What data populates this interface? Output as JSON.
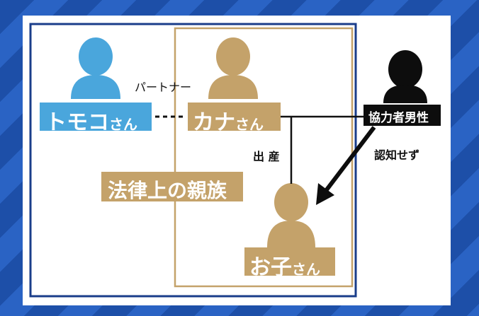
{
  "people": {
    "tomoko": {
      "name_main": "トモコ",
      "name_suffix": "さん"
    },
    "kana": {
      "name_main": "カナ",
      "name_suffix": "さん"
    },
    "donor": {
      "label": "協力者男性"
    },
    "child": {
      "name_main": "お子",
      "name_suffix": "さん"
    }
  },
  "relations": {
    "partner": "パートナー",
    "birth": "出 産",
    "not_acknowledged": "認知せず"
  },
  "groups": {
    "legal_relatives": "法律上の親族"
  },
  "colors": {
    "blue_person": "#4aa6dc",
    "gold_person": "#c4a26a",
    "black_person": "#0d0d0d",
    "outer_frame": "#1a3d8a",
    "inner_frame": "#c4a26a",
    "background_stripe_a": "#1d4fa8",
    "background_stripe_b": "#2a63c4"
  }
}
